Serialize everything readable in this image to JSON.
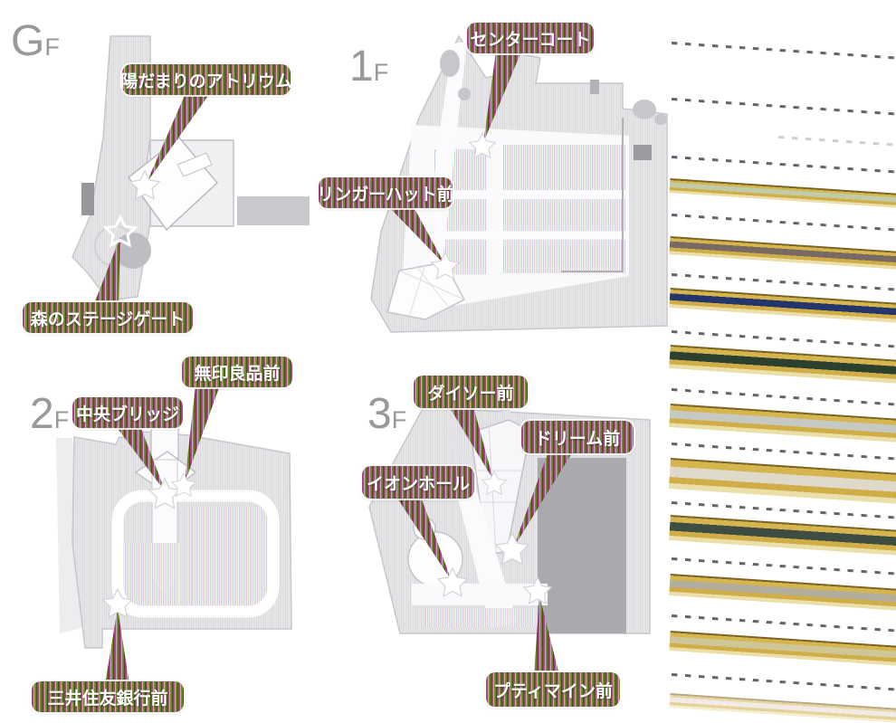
{
  "floors": [
    {
      "code": "G",
      "suffix": "F",
      "locations": [
        {
          "name": "陽だまりのアトリウム"
        },
        {
          "name": "森のステージゲート"
        }
      ]
    },
    {
      "code": "1",
      "suffix": "F",
      "locations": [
        {
          "name": "センターコート"
        },
        {
          "name": "リンガーハット前"
        }
      ]
    },
    {
      "code": "2",
      "suffix": "F",
      "locations": [
        {
          "name": "無印良品前"
        },
        {
          "name": "中央ブリッジ"
        },
        {
          "name": "三井住友銀行前"
        }
      ]
    },
    {
      "code": "3",
      "suffix": "F",
      "locations": [
        {
          "name": "ダイソー前"
        },
        {
          "name": "ドリーム前"
        },
        {
          "name": "イオンホール"
        },
        {
          "name": "プティマイン前"
        }
      ]
    }
  ],
  "colors": {
    "label_stripe_pink": "#a8417f",
    "label_stripe_light": "#c9aec8",
    "label_stripe_green": "#6d8d20",
    "label_stripe_dark": "#374f15",
    "label_text": "#ffffff",
    "floor_label_gray": "#98989d",
    "map_base_gray": "#e9e9ec",
    "map_dark_gray": "#c9c9cd",
    "band_gold": "#d6b54e",
    "dash_line": "#3c3c44",
    "star_fill": "#ffffff"
  },
  "right_panel": {
    "bands": [
      {
        "center": "#c2cba8"
      },
      {
        "center": "#786a62"
      },
      {
        "center": "#23356b"
      },
      {
        "center": "#2c4030"
      },
      {
        "center": "#c6c8c2"
      },
      {
        "center": "#ded9c8"
      },
      {
        "center": "#3d4d41"
      },
      {
        "center": "#b3ae9b"
      },
      {
        "center": "#cfc698"
      },
      {
        "center": "#e8d9d3"
      }
    ]
  }
}
